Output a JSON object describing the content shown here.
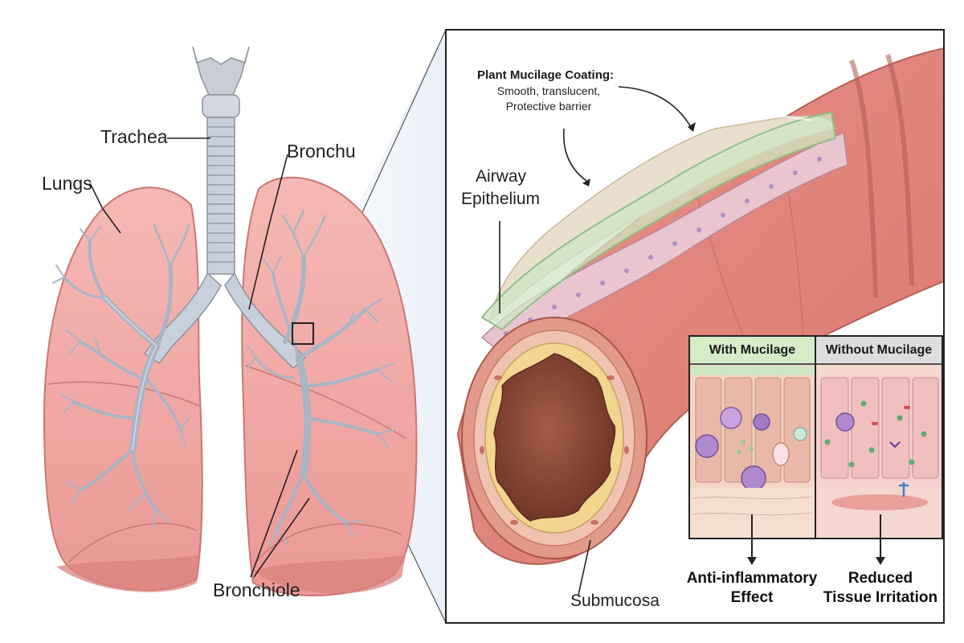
{
  "labels": {
    "trachea": "Trachea",
    "lungs": "Lungs",
    "bronchu": "Bronchu",
    "bronchiole": "Bronchiole",
    "airway_epithelium_line1": "Airway",
    "airway_epithelium_line2": "Epithelium",
    "submucosa": "Submucosa"
  },
  "coating": {
    "title": "Plant Mucilage Coating:",
    "line1": "Smooth, translucent,",
    "line2": "Protective barrier"
  },
  "panels": {
    "with": "With Mucilage",
    "without": "Without Mucilage"
  },
  "effects": {
    "with_line1": "Anti-inflammatory",
    "with_line2": "Effect",
    "without_line1": "Reduced",
    "without_line2": "Tissue Irritation"
  },
  "colors": {
    "lung": "#f2a8a5",
    "lung_dark": "#d9837f",
    "airway": "#c9d3e0",
    "mucilage": "#cfe6c4",
    "tissue": "#e99a8c",
    "header_with": "#d5ecc6",
    "header_without": "#dddddd"
  }
}
